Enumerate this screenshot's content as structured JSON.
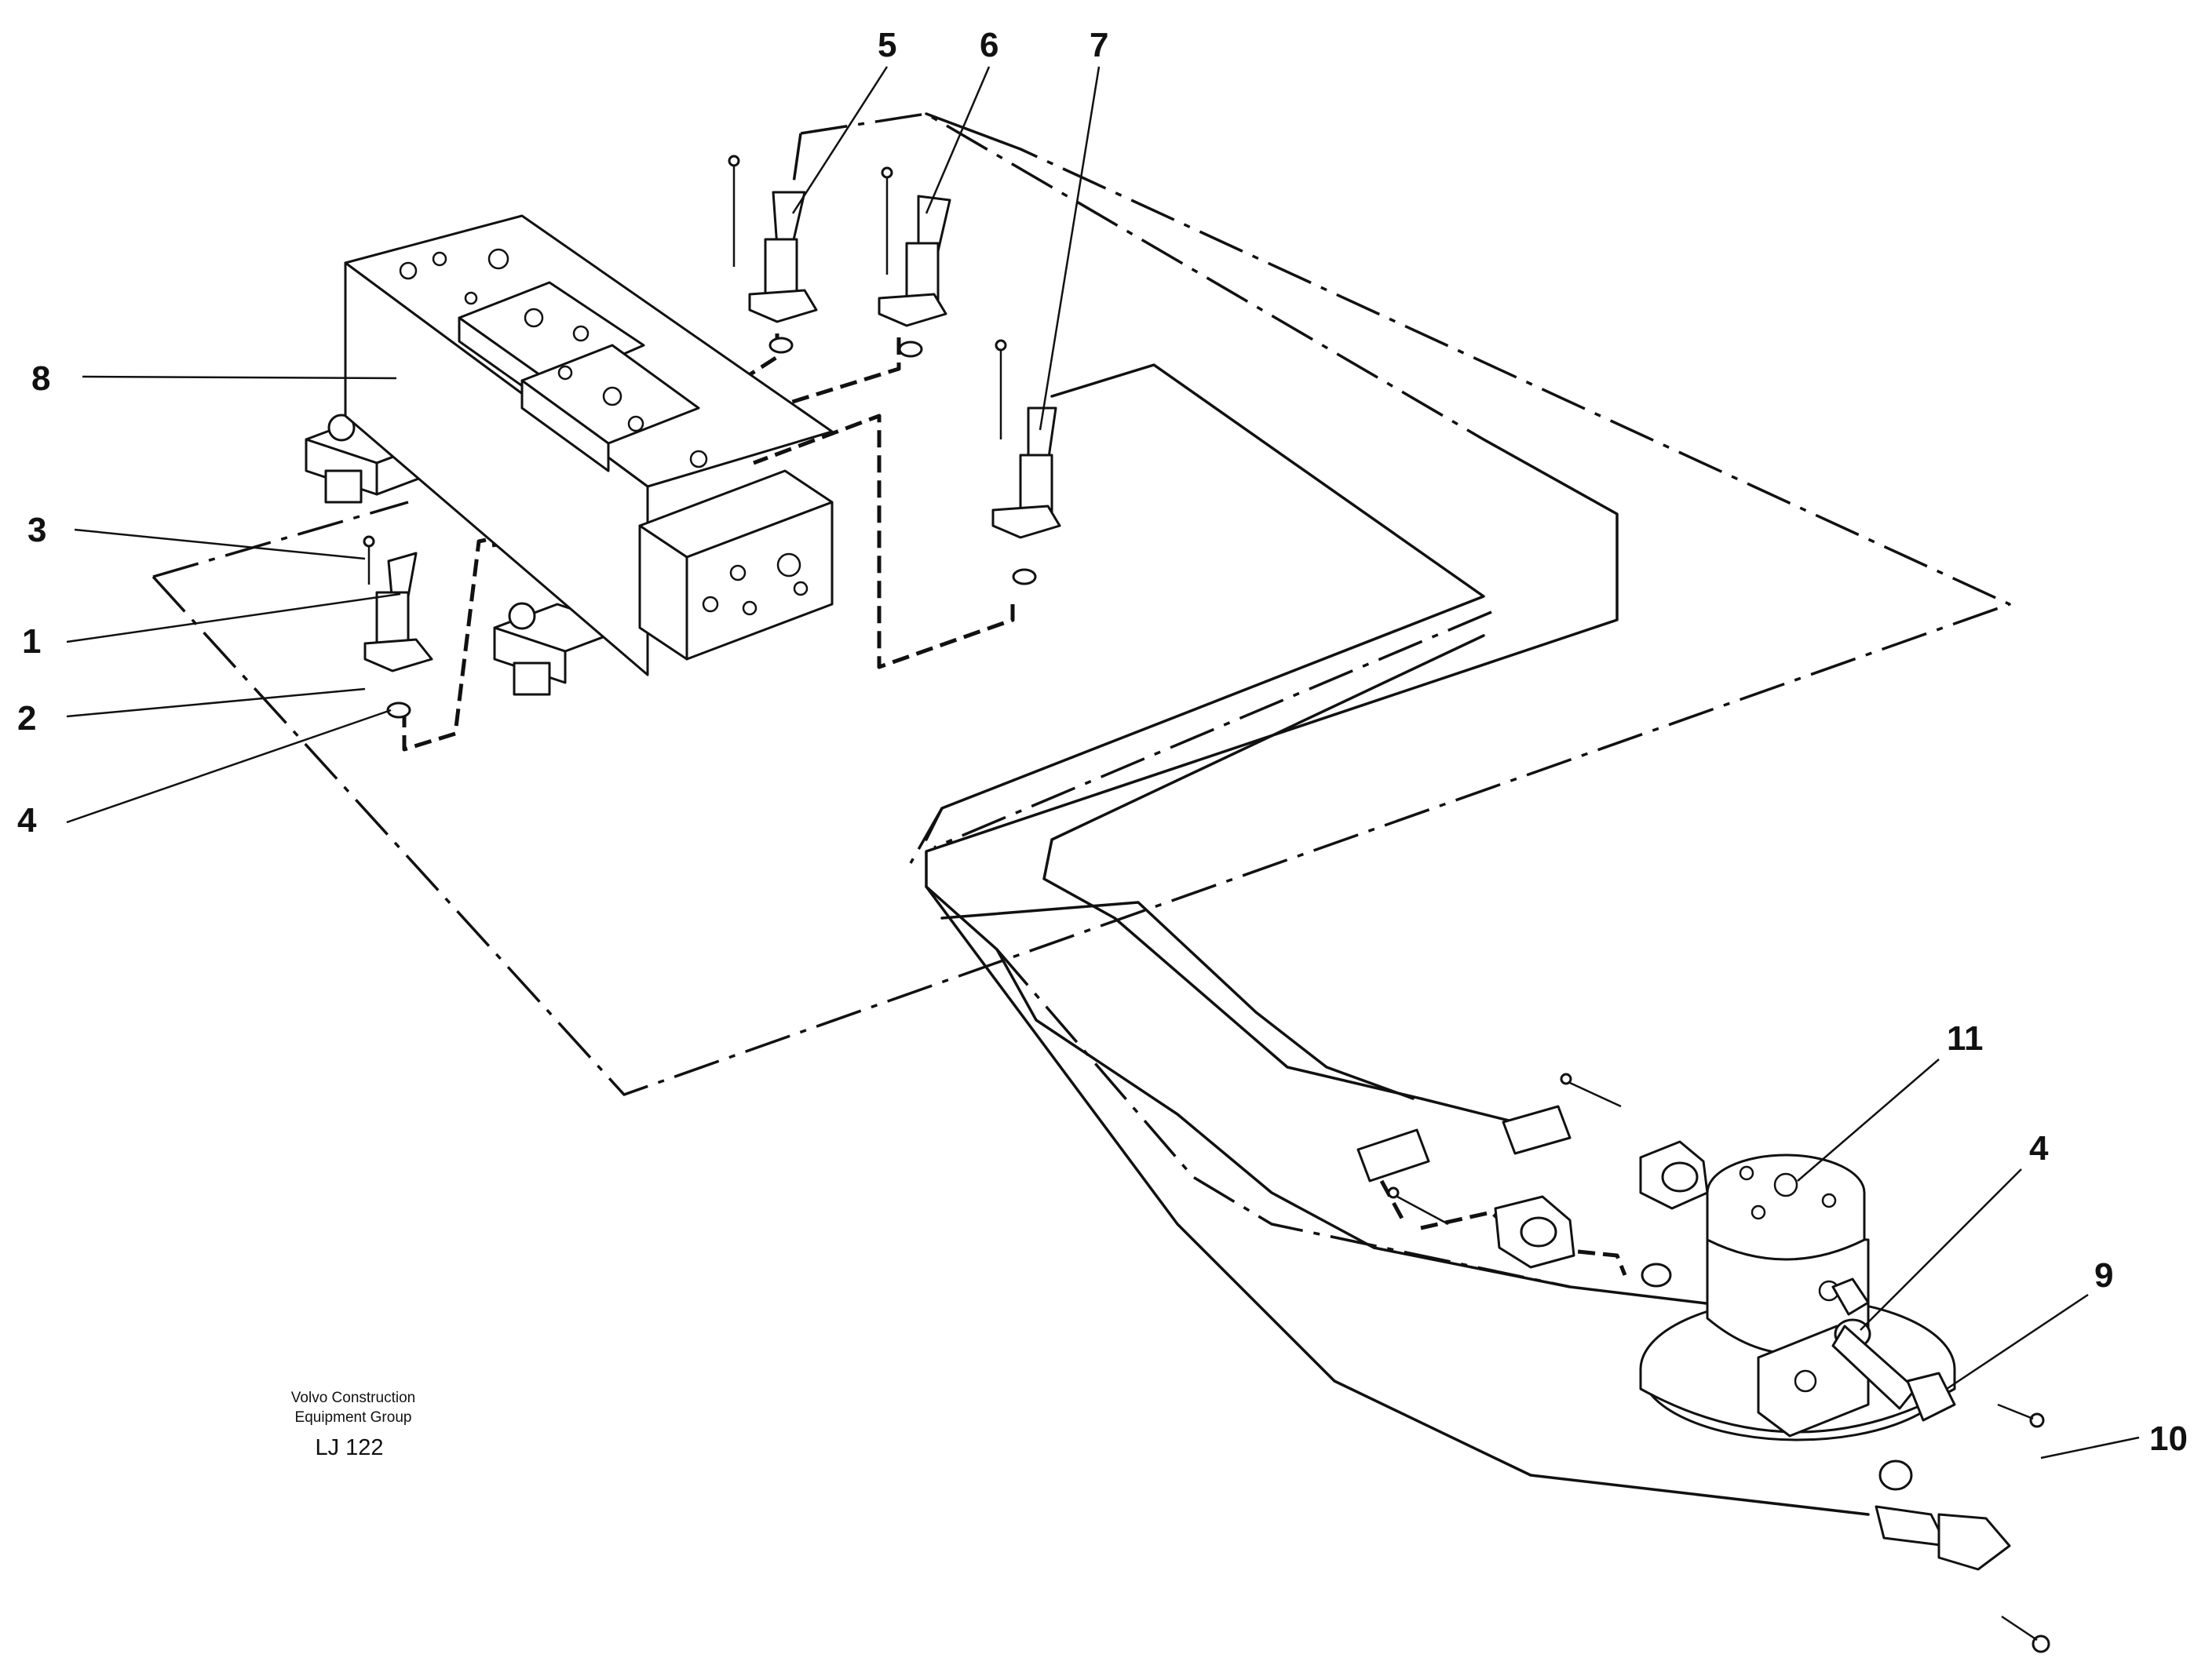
{
  "callouts": {
    "c1": "1",
    "c2": "2",
    "c3": "3",
    "c4a": "4",
    "c4b": "4",
    "c5": "5",
    "c6": "6",
    "c7": "7",
    "c8": "8",
    "c9": "9",
    "c10": "10",
    "c11": "11"
  },
  "caption": {
    "line1": "Volvo Construction",
    "line2": "Equipment Group",
    "code": "LJ 122"
  }
}
